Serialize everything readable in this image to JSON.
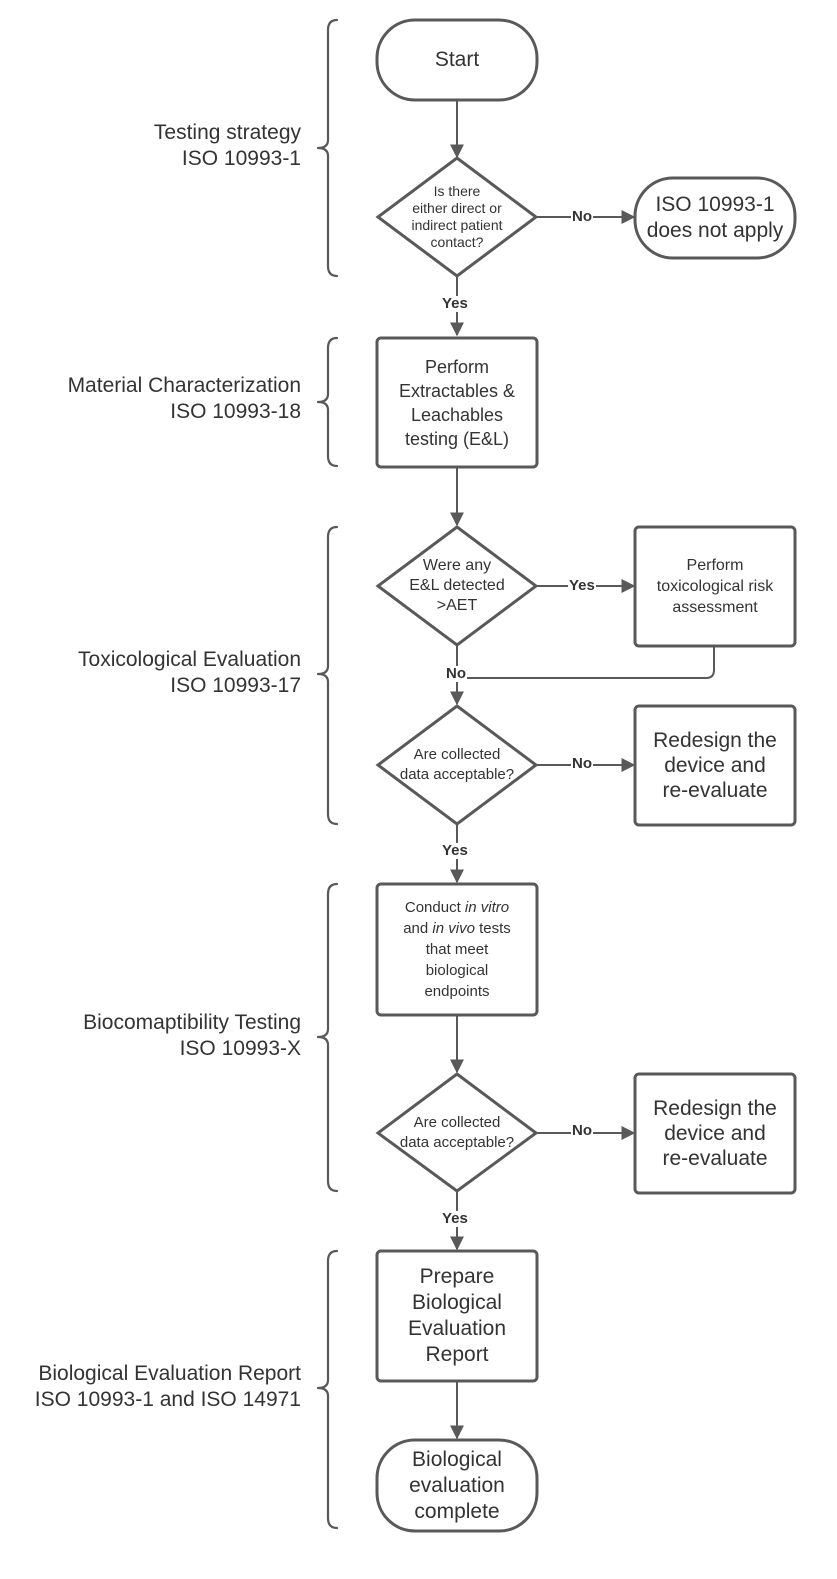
{
  "sections": [
    {
      "lines": [
        "Testing strategy",
        "ISO 10993-1"
      ]
    },
    {
      "lines": [
        "Material Characterization",
        "ISO 10993-18"
      ]
    },
    {
      "lines": [
        "Toxicological Evaluation",
        "ISO 10993-17"
      ]
    },
    {
      "lines": [
        "Biocomaptibility Testing",
        "ISO 10993-X"
      ]
    },
    {
      "lines": [
        "Biological Evaluation Report",
        "ISO 10993-1 and ISO 14971"
      ]
    }
  ],
  "nodes": {
    "start": "Start",
    "patient_contact": [
      "Is there",
      "either direct or",
      "indirect patient",
      "contact?"
    ],
    "not_apply": [
      "ISO 10993-1",
      "does not apply"
    ],
    "el_testing": [
      "Perform",
      "Extractables &",
      "Leachables",
      "testing (E&L)"
    ],
    "el_detected": [
      "Were any",
      "E&L detected",
      ">AET"
    ],
    "tox_risk": [
      "Perform",
      "toxicological risk",
      "assessment"
    ],
    "data_acceptable_1": [
      "Are collected",
      "data acceptable?"
    ],
    "redesign_1": [
      "Redesign the",
      "device and",
      "re-evaluate"
    ],
    "invitro": {
      "line1_a": "Conduct ",
      "line1_b": "in vitro",
      "line2_a": "and ",
      "line2_b": "in vivo",
      "line2_c": " tests",
      "line3": "that meet",
      "line4": "biological",
      "line5": "endpoints"
    },
    "data_acceptable_2": [
      "Are collected",
      "data acceptable?"
    ],
    "redesign_2": [
      "Redesign the",
      "device and",
      "re-evaluate"
    ],
    "prepare_report": [
      "Prepare",
      "Biological",
      "Evaluation",
      "Report"
    ],
    "complete": [
      "Biological",
      "evaluation",
      "complete"
    ]
  },
  "edge_labels": {
    "contact_no": "No",
    "contact_yes": "Yes",
    "el_yes": "Yes",
    "el_no": "No",
    "acc1_no": "No",
    "acc1_yes": "Yes",
    "acc2_no": "No",
    "acc2_yes": "Yes"
  },
  "colors": {
    "stroke": "#595959",
    "text": "#333333",
    "fill": "#ffffff"
  }
}
